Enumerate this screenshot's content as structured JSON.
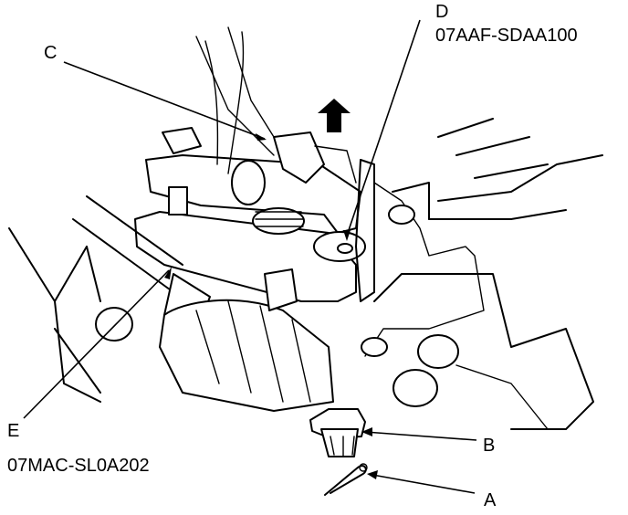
{
  "labels": {
    "a": "A",
    "b": "B",
    "c": "C",
    "d": "D",
    "e": "E"
  },
  "tools": {
    "d_tool": "07AAF-SDAA100",
    "e_tool": "07MAC-SL0A202"
  },
  "colors": {
    "line": "#000000",
    "background": "#ffffff"
  },
  "icons": [
    "up-arrow-icon"
  ]
}
